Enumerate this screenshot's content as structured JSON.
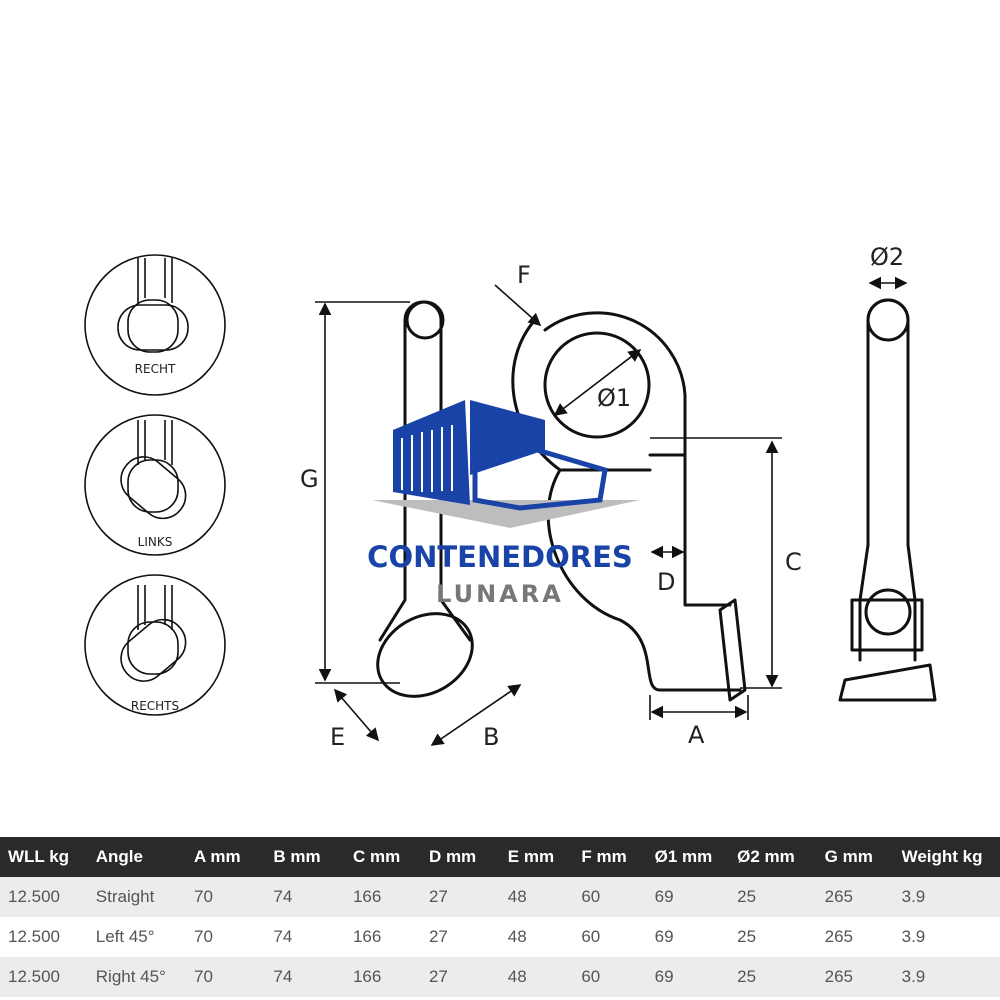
{
  "variants": [
    {
      "label": "RECHT"
    },
    {
      "label": "LINKS"
    },
    {
      "label": "RECHTS"
    }
  ],
  "dimensions": {
    "G": "G",
    "F": "F",
    "d1": "Ø1",
    "D": "D",
    "C": "C",
    "A": "A",
    "E": "E",
    "B": "B",
    "d2": "Ø2"
  },
  "logo": {
    "line1": "CONTENEDORES",
    "line2": "LUNARA",
    "blue": "#1a43a8",
    "gray": "#777777"
  },
  "table": {
    "headers": [
      "WLL kg",
      "Angle",
      "A mm",
      "B mm",
      "C mm",
      "D mm",
      "E mm",
      "F mm",
      "Ø1 mm",
      "Ø2 mm",
      "G mm",
      "Weight kg"
    ],
    "rows": [
      [
        "12.500",
        "Straight",
        "70",
        "74",
        "166",
        "27",
        "48",
        "60",
        "69",
        "25",
        "265",
        "3.9"
      ],
      [
        "12.500",
        "Left 45°",
        "70",
        "74",
        "166",
        "27",
        "48",
        "60",
        "69",
        "25",
        "265",
        "3.9"
      ],
      [
        "12.500",
        "Right 45°",
        "70",
        "74",
        "166",
        "27",
        "48",
        "60",
        "69",
        "25",
        "265",
        "3.9"
      ]
    ]
  }
}
